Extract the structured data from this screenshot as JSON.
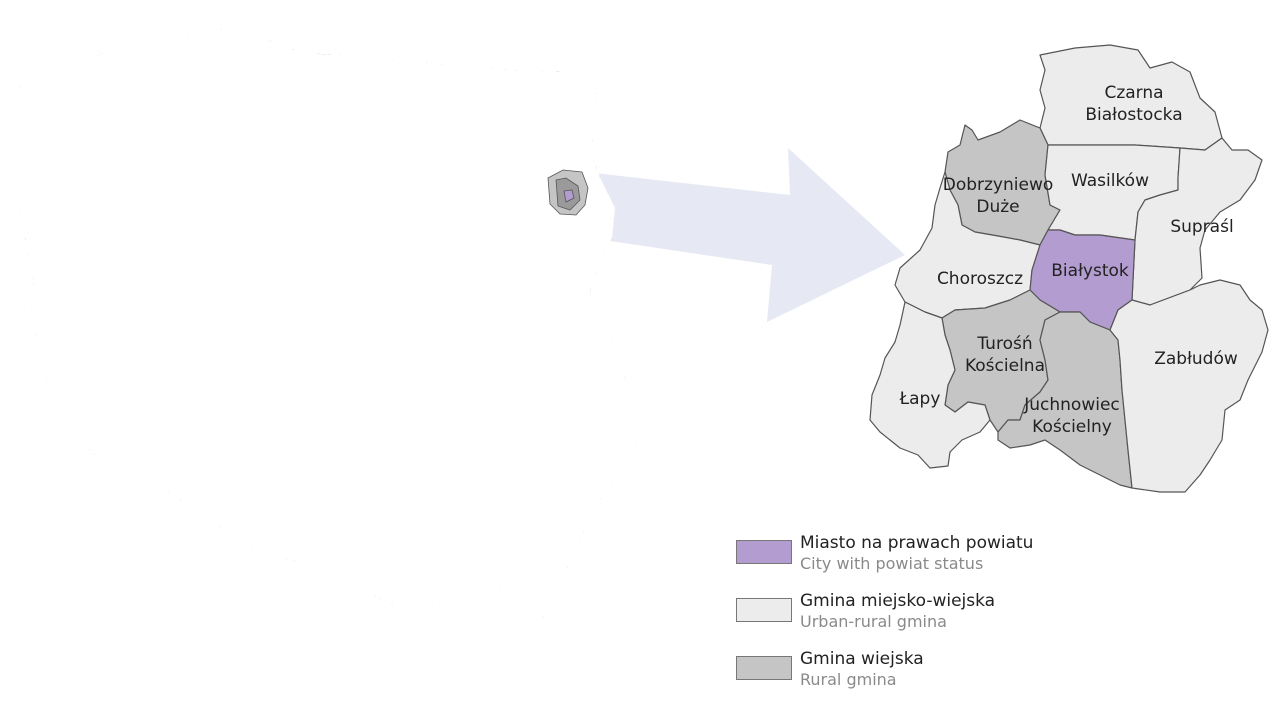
{
  "colors": {
    "city": "#b39ccf",
    "urban_rural": "#ececec",
    "rural": "#c5c5c5",
    "border": "#555555",
    "arrow": "#e6e8f3",
    "country_fill": "#ffffff",
    "country_border": "#333333"
  },
  "regions": {
    "czarna": {
      "line1": "Czarna",
      "line2": "Białostocka",
      "type": "urban_rural"
    },
    "dobrzyniewo": {
      "line1": "Dobrzyniewo",
      "line2": "Duże",
      "type": "rural"
    },
    "wasilkow": {
      "line1": "Wasilków",
      "type": "urban_rural"
    },
    "suprasl": {
      "line1": "Supraśl",
      "type": "urban_rural"
    },
    "choroszcz": {
      "line1": "Choroszcz",
      "type": "urban_rural"
    },
    "bialystok": {
      "line1": "Białystok",
      "type": "city"
    },
    "turosn": {
      "line1": "Turośń",
      "line2": "Kościelna",
      "type": "rural"
    },
    "zabludow": {
      "line1": "Zabłudów",
      "type": "urban_rural"
    },
    "lapy": {
      "line1": "Łapy",
      "type": "urban_rural"
    },
    "juchnowiec": {
      "line1": "Juchnowiec",
      "line2": "Kościelny",
      "type": "rural"
    }
  },
  "legend": [
    {
      "primary": "Miasto na prawach powiatu",
      "secondary": "City with powiat status",
      "type": "city"
    },
    {
      "primary": "Gmina miejsko-wiejska",
      "secondary": "Urban-rural gmina",
      "type": "urban_rural"
    },
    {
      "primary": "Gmina wiejska",
      "secondary": "Rural gmina",
      "type": "rural"
    }
  ]
}
